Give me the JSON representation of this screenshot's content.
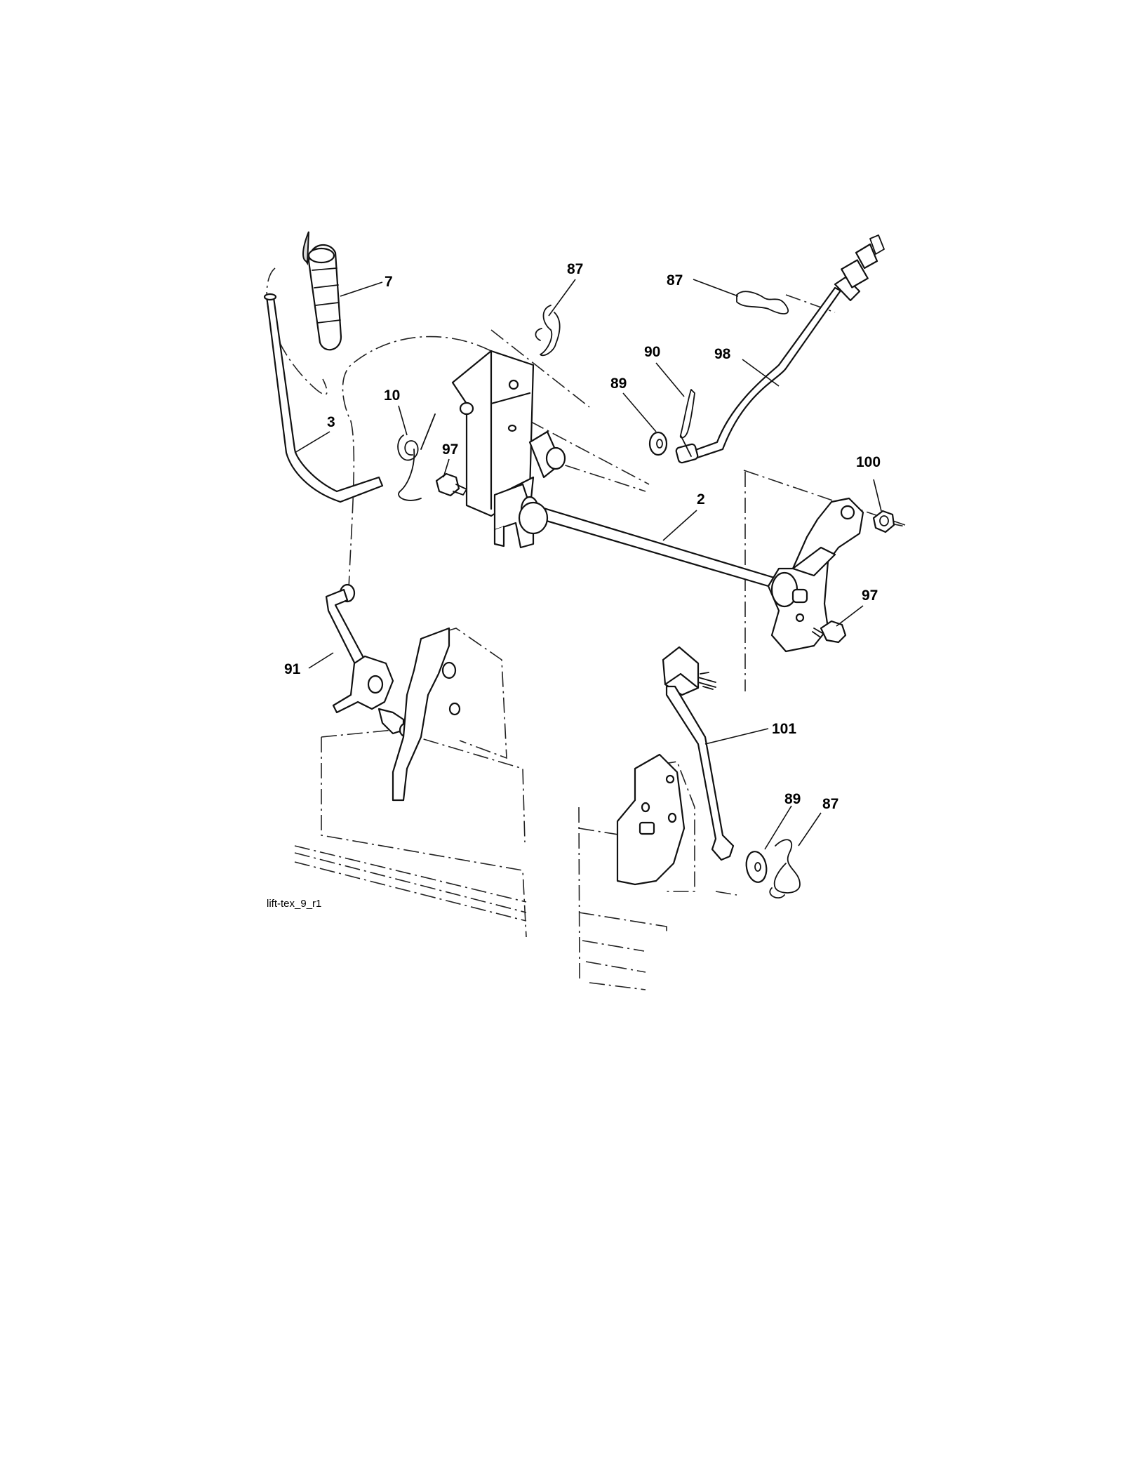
{
  "figure_id": "lift-tex_9_r1",
  "callouts": [
    {
      "id": "c-7",
      "label": "7",
      "part": "lift-handle-grip"
    },
    {
      "id": "c-87-top",
      "label": "87",
      "part": "hairpin-clip"
    },
    {
      "id": "c-87-right",
      "label": "87",
      "part": "hairpin-clip"
    },
    {
      "id": "c-90",
      "label": "90",
      "part": "cotter-pin"
    },
    {
      "id": "c-98",
      "label": "98",
      "part": "adjust-rod"
    },
    {
      "id": "c-89-top",
      "label": "89",
      "part": "washer"
    },
    {
      "id": "c-10",
      "label": "10",
      "part": "torsion-spring"
    },
    {
      "id": "c-3",
      "label": "3",
      "part": "lift-lever"
    },
    {
      "id": "c-97-left",
      "label": "97",
      "part": "flange-bolt"
    },
    {
      "id": "c-100",
      "label": "100",
      "part": "lock-nut"
    },
    {
      "id": "c-2",
      "label": "2",
      "part": "lift-shaft"
    },
    {
      "id": "c-97-right",
      "label": "97",
      "part": "flange-bolt"
    },
    {
      "id": "c-91",
      "label": "91",
      "part": "lift-link-left"
    },
    {
      "id": "c-101",
      "label": "101",
      "part": "lift-link-right"
    },
    {
      "id": "c-89-bottom",
      "label": "89",
      "part": "washer"
    },
    {
      "id": "c-87-bottom",
      "label": "87",
      "part": "hairpin-clip"
    }
  ]
}
